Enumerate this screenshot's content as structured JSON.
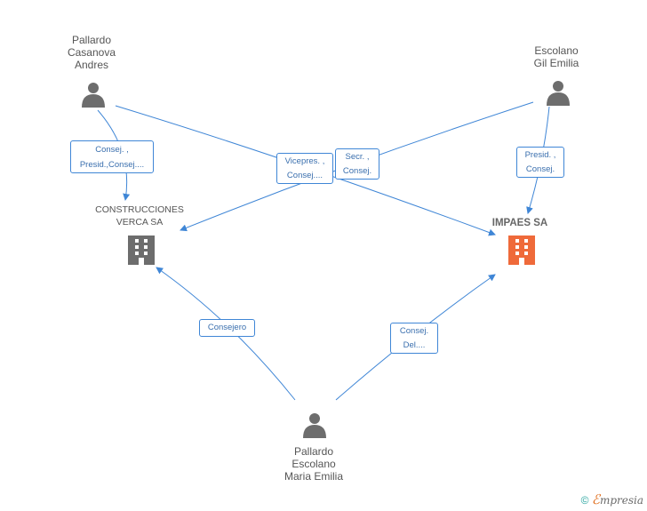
{
  "persons": {
    "pallardo_casanova": {
      "lines": [
        "Pallardo",
        "Casanova",
        "Andres"
      ]
    },
    "escolano_gil": {
      "lines": [
        "Escolano",
        "Gil Emilia"
      ]
    },
    "pallardo_escolano": {
      "lines": [
        "Pallardo",
        "Escolano",
        "Maria Emilia"
      ]
    }
  },
  "companies": {
    "construcciones_verca": {
      "lines": [
        "CONSTRUCCIONES",
        "VERCA SA"
      ],
      "color": "#6d6d6d"
    },
    "impaes": {
      "lines": [
        "IMPAES SA"
      ],
      "color": "#ef6a3a"
    }
  },
  "relations": {
    "casanova_to_verca": [
      "Consej. ,",
      "Presid.,Consej...."
    ],
    "casanova_to_impaes": [
      "Vicepres. ,",
      "Consej...."
    ],
    "gil_to_verca": [
      "Secr. ,",
      "Consej."
    ],
    "gil_to_impaes": [
      "Presid. ,",
      "Consej."
    ],
    "mariaemilia_to_verca": [
      "Consejero"
    ],
    "mariaemilia_to_impaes": [
      "Consej.",
      "Del...."
    ]
  },
  "colors": {
    "edge": "#3f86d6",
    "person": "#6d6d6d"
  },
  "footer": {
    "copyright": "©",
    "brand_initial": "ℰ",
    "brand_rest": "mpresia"
  }
}
